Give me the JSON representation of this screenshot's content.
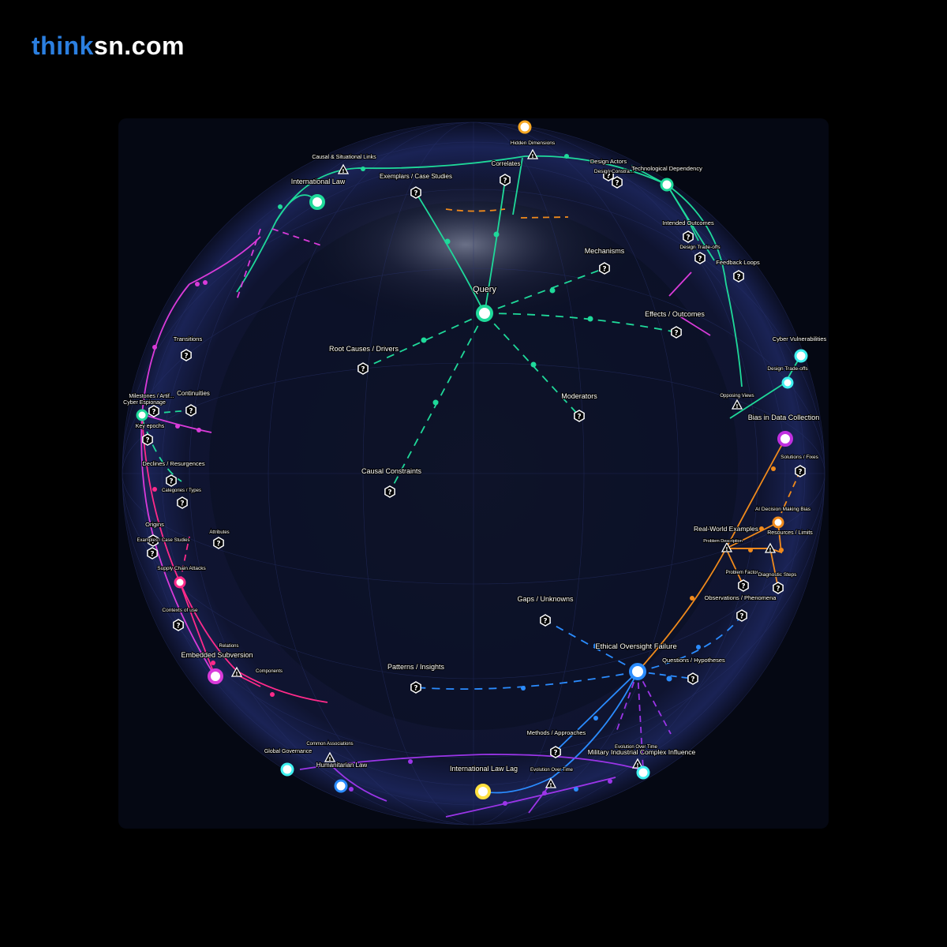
{
  "brand": {
    "part1": "think",
    "part2": "sn.com"
  },
  "colors": {
    "green": "#1fd99a",
    "magenta": "#d93bd9",
    "pink": "#ff2a8a",
    "orange": "#f08a1c",
    "blue": "#2b8cff",
    "purple": "#9b35e8",
    "cyan": "#3ff0f0",
    "yellow": "#ffe040"
  },
  "center": {
    "label": "Query"
  },
  "inner_nodes": {
    "mechanisms": "Mechanisms",
    "effects": "Effects / Outcomes",
    "root": "Root Causes / Drivers",
    "moderators": "Moderators",
    "causal_constraints": "Causal Constraints",
    "gaps": "Gaps / Unknowns",
    "patterns": "Patterns / Insights"
  },
  "hubs": {
    "international_law": "International Law",
    "ethical_oversight": "Ethical Oversight Failure",
    "bias": "Bias in Data Collection",
    "embedded": "Embedded Subversion",
    "intl_law_lag": "International Law Lag",
    "military": "Military Industrial Complex Influence",
    "humanitarian": "Humanitarian Law",
    "global_gov": "Global Governance",
    "cyber_vuln": "Cyber Vulnerabilities",
    "tech_dep": "Technological Dependency",
    "real_world": "Real-World Examples",
    "cyber_esp": "Cyber Espionage",
    "supply_chain": "Supply Chain Attacks"
  },
  "small_labels": {
    "causal_links": "Causal & Situational Links",
    "exemplars": "Exemplars / Case Studies",
    "hidden_dims": "Hidden Dimensions",
    "correlates": "Correlates",
    "design_actors": "Design Actors",
    "design_constraints": "Design Constra...",
    "intended": "Intended Outcomes",
    "design_tradeoffs": "Design Trade-offs",
    "feedback": "Feedback Loops",
    "design_tradeoffs2": "Design Trade-offs",
    "opposing": "Opposing Views",
    "transitions": "Transitions",
    "milestones": "Milestones / Artif...",
    "continuities": "Continuities",
    "key_epochs": "Key epochs",
    "declines": "Declines / Resurgences",
    "categories": "Categories / Types",
    "origins": "Origins",
    "examples_cases": "Examples / Case Studies",
    "attributes": "Attributes",
    "contexts": "Contexts of use",
    "relations": "Relations",
    "components": "Components",
    "solutions": "Solutions / Fixes",
    "ai_bias": "AI Decision Making Bias",
    "resources": "Resources / Limits",
    "problem_desc": "Problem Description",
    "problem_factor": "Problem Factor",
    "diagnostic": "Diagnostic Steps",
    "observations": "Observations / Phenomena",
    "questions": "Questions / Hypotheses",
    "methods": "Methods / Approaches",
    "common_assoc": "Common Associations",
    "evolution": "Evolution Over Time",
    "evolution2": "Evolution Over Time"
  }
}
